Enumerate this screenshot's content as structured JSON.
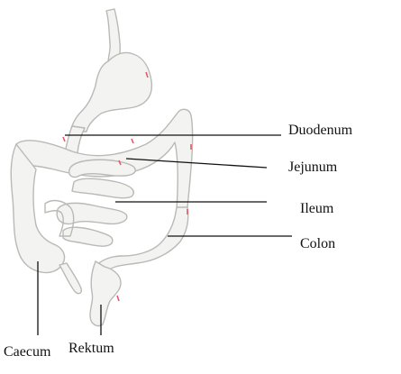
{
  "labels": {
    "duodenum": "Duodenum",
    "jejunum": "Jejunum",
    "ileum": "Ileum",
    "colon": "Colon",
    "caecum": "Caecum",
    "rektum": "Rektum"
  },
  "colors": {
    "organ_fill": "#f3f3f1",
    "organ_stroke": "#b9b9b5",
    "highlight": "#e35a6a",
    "leader_line": "#111111"
  }
}
